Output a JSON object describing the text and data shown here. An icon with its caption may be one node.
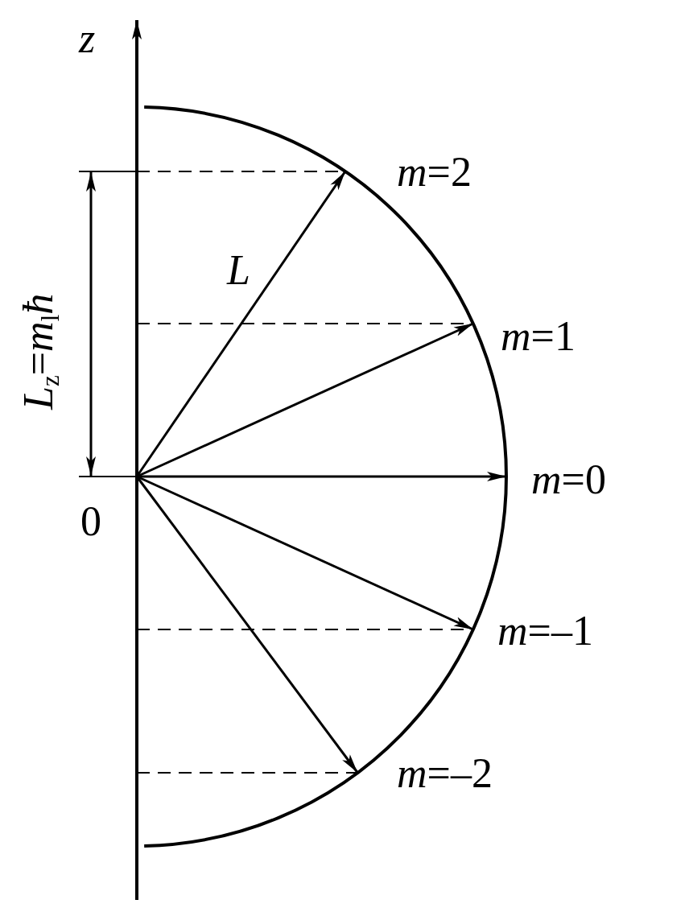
{
  "diagram": {
    "labels": [
      "*z*",
      "*m*=2",
      "*L*",
      "*L*$_{z}$=*m*$_{l}$*ħ*",
      "*m*=1",
      "*m*=0",
      "0",
      "*m*=–1",
      "*m*=–2"
    ]
  }
}
